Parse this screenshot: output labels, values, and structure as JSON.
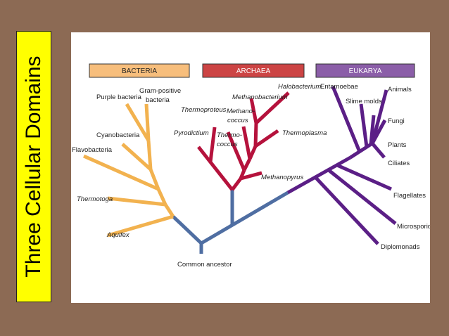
{
  "slide": {
    "title": "Three Cellular Domains"
  },
  "diagram": {
    "domains": [
      {
        "label": "BACTERIA",
        "color": "#f7be7c",
        "branch_color": "#f2b24f"
      },
      {
        "label": "ARCHAEA",
        "color": "#cc4444",
        "branch_color": "#b5123c"
      },
      {
        "label": "EUKARYA",
        "color": "#8b5ea8",
        "branch_color": "#5b1f86"
      }
    ],
    "trunk_color": "#4f6ea2",
    "root_label": "Common ancestor",
    "bacteria": [
      "Purple bacteria",
      "Gram-positive",
      "bacteria",
      "Cyanobacteria",
      "Flavobacteria",
      "Thermotoga",
      "Aquifex"
    ],
    "archaea": [
      "Halobacterium",
      "Methanobacterium",
      "Thermoproteus",
      "Methano-",
      "coccus",
      "Pyrodictium",
      "Thermo-",
      "coccus",
      "Thermoplasma",
      "Methanopyrus"
    ],
    "eukarya": [
      "Entamoebae",
      "Slime molds",
      "Animals",
      "Fungi",
      "Plants",
      "Ciliates",
      "Flagellates",
      "Microsporidia",
      "Diplomonads"
    ]
  }
}
